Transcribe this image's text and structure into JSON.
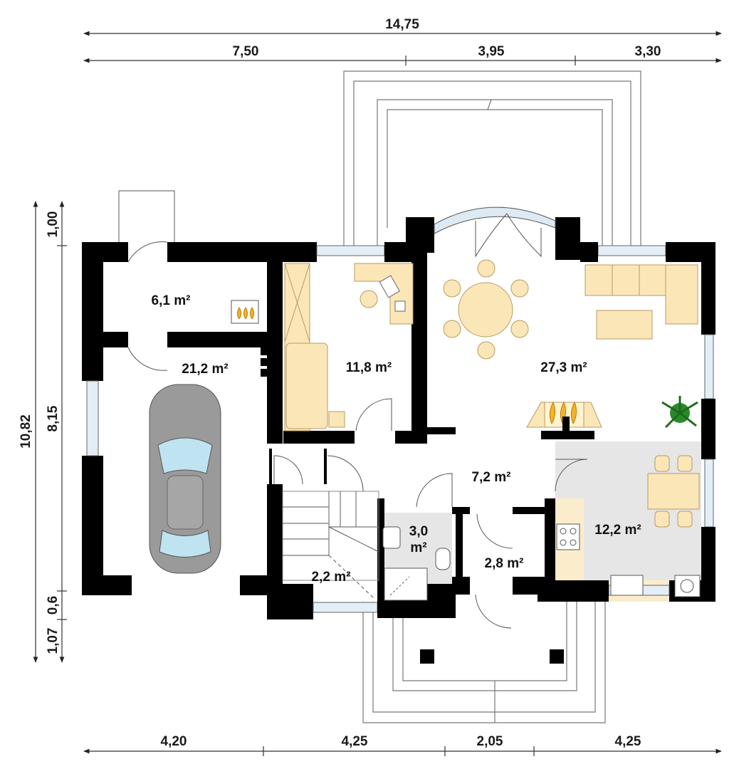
{
  "dimensions": {
    "top_total": "14,75",
    "top_segments": [
      "7,50",
      "3,95",
      "3,30"
    ],
    "bottom_segments": [
      "4,20",
      "4,25",
      "2,05",
      "4,25"
    ],
    "left_total": "10,82",
    "left_segments": [
      "1,00",
      "8,15",
      "0,6",
      "1,07"
    ]
  },
  "rooms": {
    "utility": "6,1 m²",
    "garage": "21,2 m²",
    "office": "11,8 m²",
    "living": "27,3 m²",
    "hall": "7,2 m²",
    "bathroom_line1": "3,0",
    "bathroom_line2": "m²",
    "stairs": "2,2 m²",
    "vestibule": "2,8 m²",
    "kitchen": "12,2 m²"
  },
  "colors": {
    "wall": "#000000",
    "furniture": "#fbe6b8",
    "kitchen_floor": "#e6e6e6",
    "window_glass": "#e3eef6",
    "car": "#9a9a9a"
  }
}
